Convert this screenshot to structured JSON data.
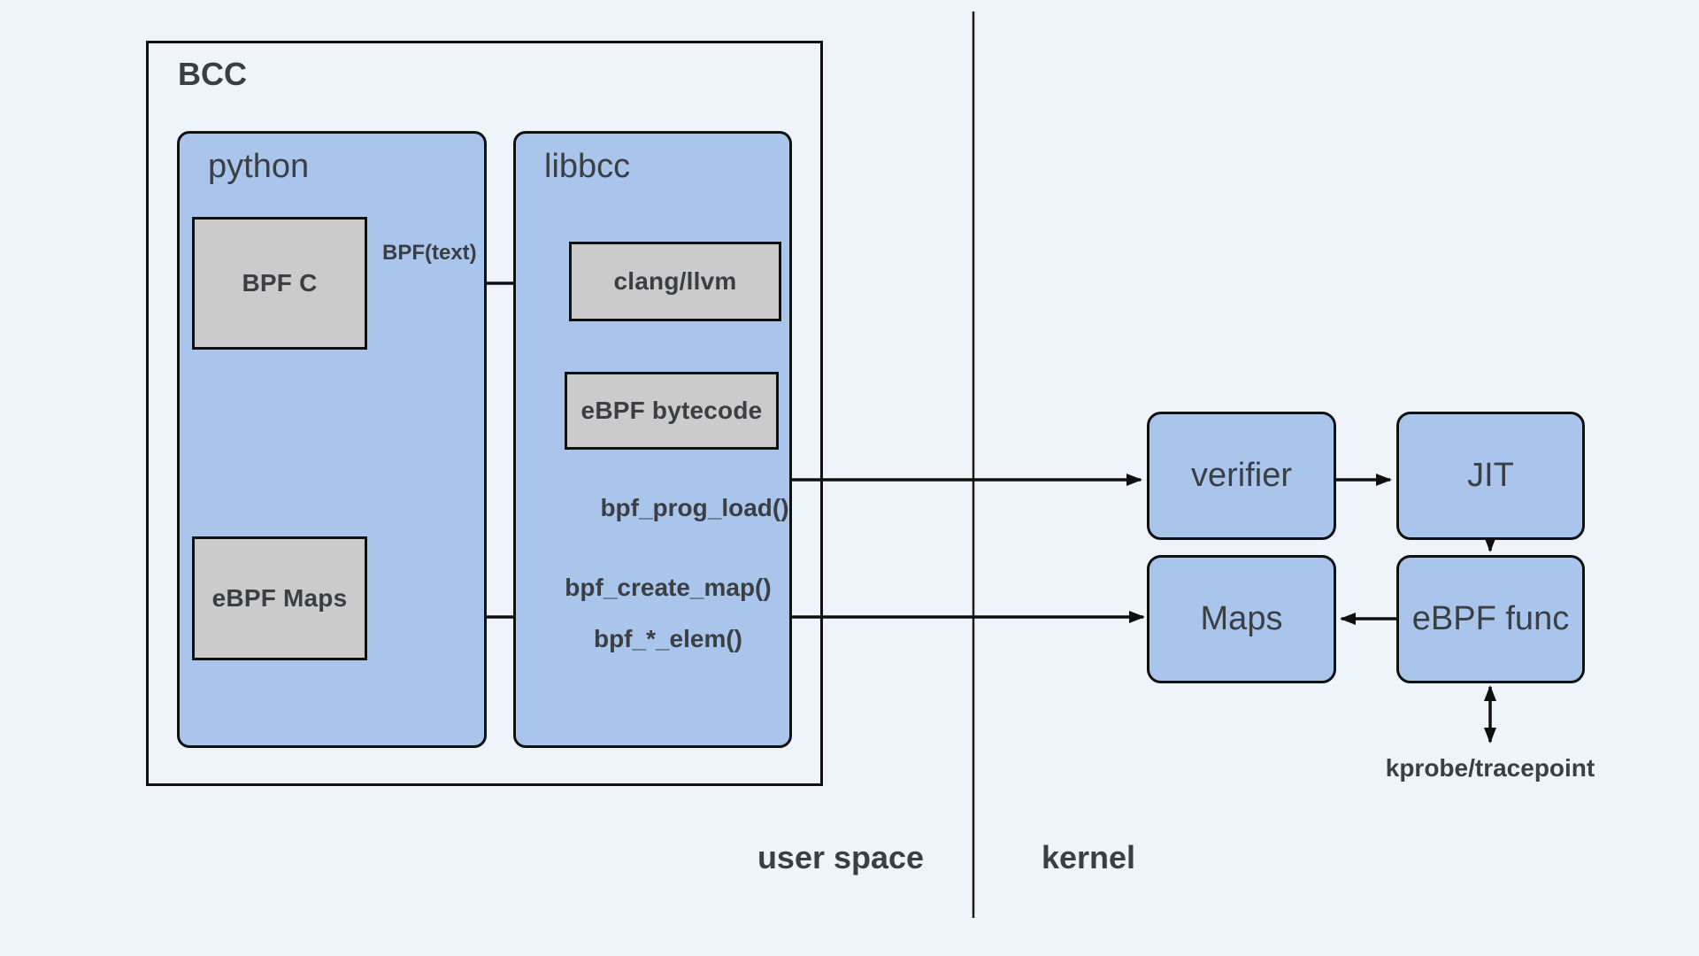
{
  "diagram": {
    "title": "BCC",
    "zones": {
      "user_space": "user space",
      "kernel": "kernel"
    },
    "user_space": {
      "python_group": {
        "title": "python",
        "nodes": {
          "bpf_c": "BPF C",
          "ebpf_maps": "eBPF Maps"
        }
      },
      "libbcc_group": {
        "title": "libbcc",
        "nodes": {
          "clang_llvm": "clang/llvm",
          "ebpf_bytecode": "eBPF bytecode"
        }
      }
    },
    "kernel": {
      "nodes": {
        "verifier": "verifier",
        "jit": "JIT",
        "maps": "Maps",
        "ebpf_func": "eBPF func"
      }
    },
    "edge_labels": {
      "bpf_text": "BPF(text)",
      "bpf_prog_load": "bpf_prog_load()",
      "bpf_create_map": "bpf_create_map()",
      "bpf_elem": "bpf_*_elem()",
      "kprobe_tracepoint": "kprobe/tracepoint"
    },
    "colors": {
      "background": "#eff3fa",
      "box_blue": "#a9c5ec",
      "box_gray": "#cbcbcb",
      "line": "#101010",
      "text": "#3b3e42"
    }
  }
}
